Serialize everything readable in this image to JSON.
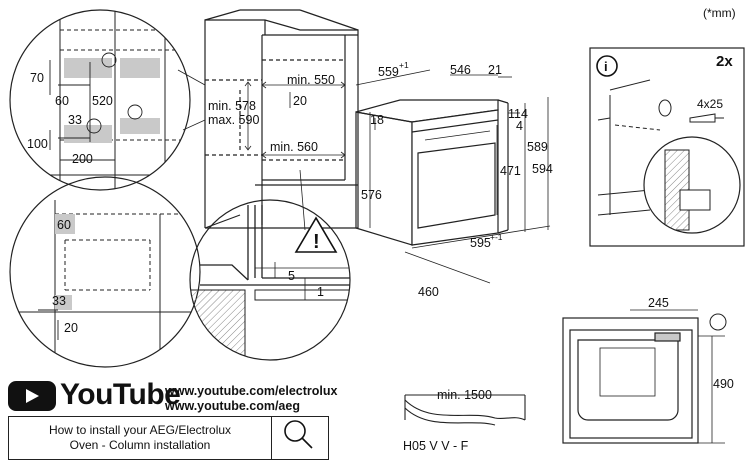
{
  "unit_note": "(*mm)",
  "info_panel": {
    "count": "2x",
    "screw": "4x25"
  },
  "detail_top_left": {
    "d70": "70",
    "d60": "60",
    "d520": "520",
    "d33": "33",
    "d100": "100",
    "d200": "200"
  },
  "detail_mid_left": {
    "d60": "60",
    "d33": "33",
    "d20": "20"
  },
  "cabinet": {
    "min550": "min. 550",
    "d20": "20",
    "min578": "min. 578",
    "max590": "max. 590",
    "min560": "min. 560"
  },
  "gap_detail": {
    "d5": "5",
    "d1": "1"
  },
  "oven": {
    "d559": "559",
    "d559_sup": "+1",
    "d546": "546",
    "d21": "21",
    "d18": "18",
    "d114": "114",
    "d4": "4",
    "d576": "576",
    "d471": "471",
    "d589": "589",
    "d594": "594",
    "d595": "595",
    "d595_sup": "+-1",
    "d460": "460"
  },
  "side_view": {
    "d245": "245",
    "d490": "490"
  },
  "cable": {
    "min1500": "min. 1500",
    "type": "H05 V V - F"
  },
  "youtube": {
    "brand": "YouTube",
    "url1": "www.youtube.com/electrolux",
    "url2": "www.youtube.com/aeg",
    "howto_line1": "How to install your AEG/Electrolux",
    "howto_line2": "Oven - Column installation"
  }
}
